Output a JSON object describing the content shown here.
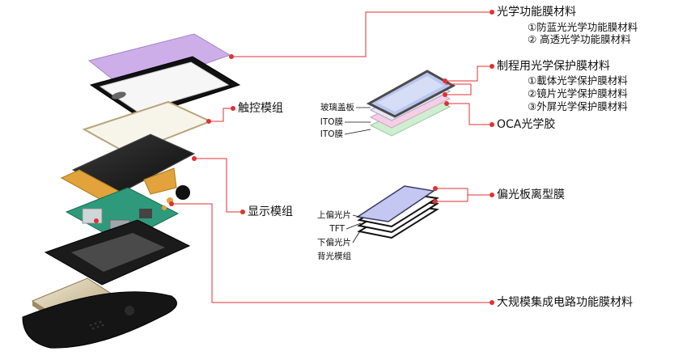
{
  "labels": {
    "optical_film": "光学功能膜材料",
    "optical_film_items": [
      "①防蓝光光学功能膜材料",
      "② 高透光学功能膜材料"
    ],
    "process_film": "制程用光学保护膜材料",
    "process_film_items": [
      "①載体光学保护膜材料",
      "②镜片光学保护膜材料",
      "③外屏光学保护膜材料"
    ],
    "oca": "OCA光学胶",
    "touch_module": "触控模组",
    "display_module": "显示模组",
    "polarizer_release": "偏光板离型膜",
    "lsi_film": "大规模集成电路功能膜材料"
  },
  "touch_stack_labels": [
    "玻璃盖板",
    "ITO膜",
    "ITO膜"
  ],
  "display_stack_labels": [
    "上偏光片",
    "TFT",
    "下偏光片",
    "背光模组"
  ],
  "colors": {
    "leader_line": "#e03131",
    "dot": "#e03131",
    "cover_film": "#c9a8e8",
    "touch_layer_blue": "#b9c6ee",
    "touch_layer_pink": "#f4cfe6",
    "touch_layer_green": "#cdeed0",
    "polarizer": "#c4c7f2"
  }
}
